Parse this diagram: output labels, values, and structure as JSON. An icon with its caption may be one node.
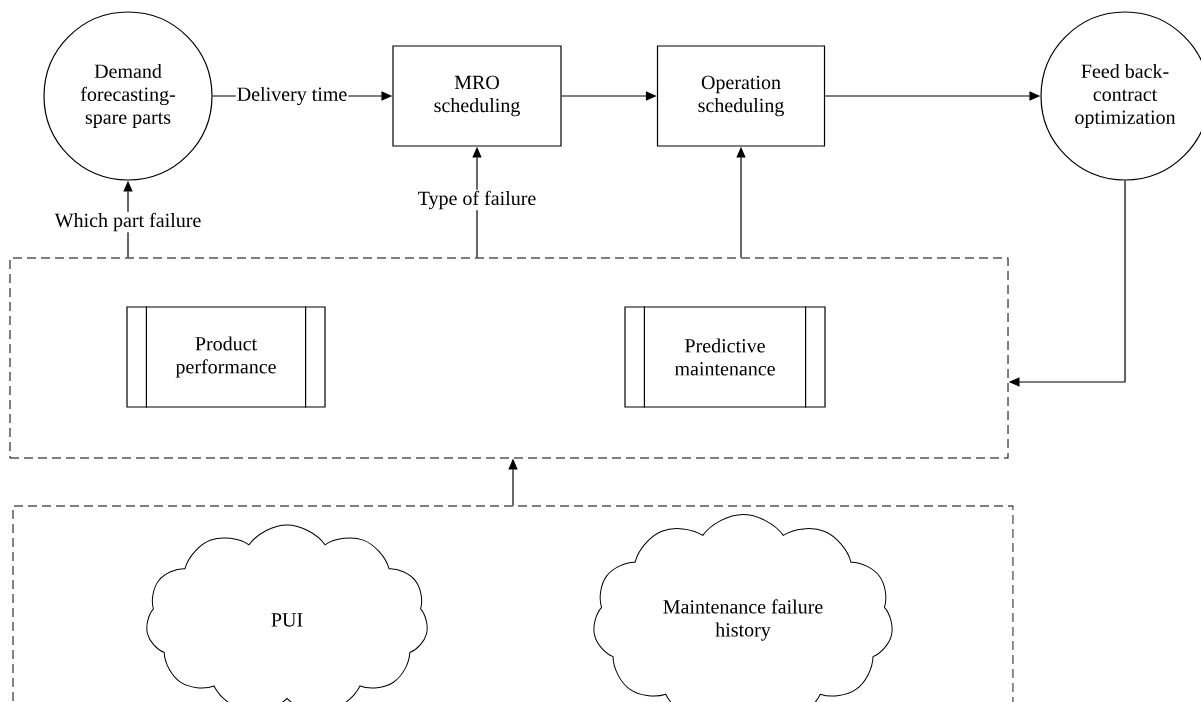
{
  "diagram": {
    "nodes": [
      {
        "text": [
          "Demand forecasting- spare parts"
        ]
      },
      {
        "text": [
          "MRO scheduling"
        ]
      },
      {
        "text": [
          "Operation scheduling"
        ]
      },
      {
        "text": [
          "Feed back- contract optimization"
        ]
      },
      {
        "text": [],
        "shape": "box"
      },
      {
        "text": [
          "Product performance"
        ],
        "in": 4
      },
      {
        "text": [
          "Predictive maintenance"
        ],
        "in": 4
      },
      {
        "text": [],
        "shape": "box"
      },
      {
        "text": [
          "PUI"
        ],
        "in": 7
      },
      {
        "text": [
          "Maintenance failure history"
        ],
        "in": 7
      }
    ],
    "edges": [
      {
        "from": 0,
        "to": 1,
        "arrow": "to",
        "label": "Delivery time"
      },
      {
        "from": 1,
        "to": 2,
        "arrow": "to"
      },
      {
        "from": 2,
        "to": 3,
        "arrow": "to"
      },
      {
        "from": 4,
        "to": 0,
        "arrow": "to",
        "label": "Which part failure"
      },
      {
        "from": 4,
        "to": 1,
        "arrow": "to",
        "label": "Type of failure"
      },
      {
        "from": 4,
        "to": 2,
        "arrow": "to"
      },
      {
        "from": 3,
        "to": 4,
        "arrow": "to"
      },
      {
        "from": 7,
        "to": 4,
        "arrow": "to"
      }
    ]
  }
}
